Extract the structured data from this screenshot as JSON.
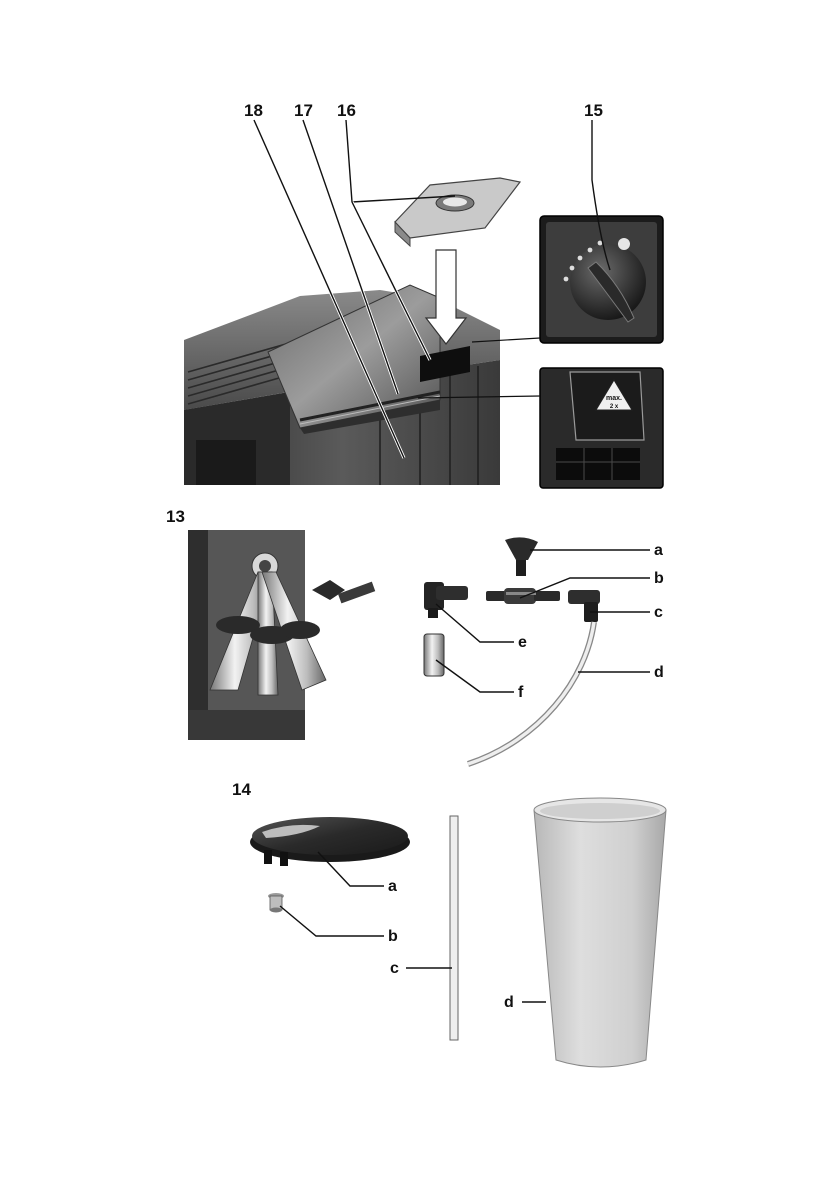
{
  "figures": [
    {
      "id": "top",
      "labels": {
        "n18": "18",
        "n17": "17",
        "n16": "16",
        "n15": "15"
      },
      "inset_warning": {
        "line1": "max.",
        "line2": "2 x"
      }
    },
    {
      "id": "fig13",
      "number": "13",
      "labels": {
        "a": "a",
        "b": "b",
        "c": "c",
        "d": "d",
        "e": "e",
        "f": "f"
      }
    },
    {
      "id": "fig14",
      "number": "14",
      "labels": {
        "a": "a",
        "b": "b",
        "c": "c",
        "d": "d"
      }
    }
  ],
  "colors": {
    "machine_dark": "#3c3c3c",
    "machine_mid": "#6e6e6e",
    "machine_light": "#b4b4b4",
    "container": "#c8c8c8",
    "chrome": "#d8d8d8"
  }
}
